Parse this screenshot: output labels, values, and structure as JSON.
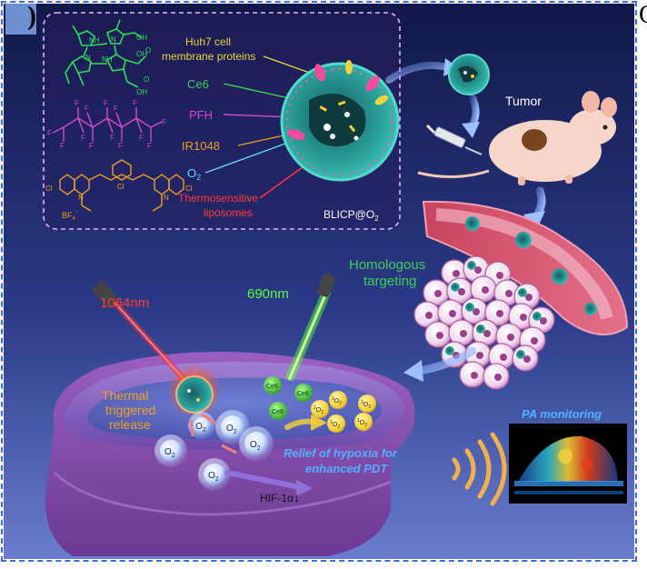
{
  "panel": {
    "badge_text": ")",
    "right_edge_char": "C"
  },
  "legend": {
    "membrane_proteins_line1": "Huh7 cell",
    "membrane_proteins_line2": "membrane proteins",
    "ce6": "Ce6",
    "pfh": "PFH",
    "ir1048": "IR1048",
    "o2": "O",
    "o2_sub": "2",
    "liposomes_line1": "Thermosensitive",
    "liposomes_line2": "liposomes",
    "particle_name": "BLICP@O",
    "particle_sub": "2"
  },
  "structures": {
    "fluorine": "F",
    "chlorine": "Cl",
    "nitrogen": "N",
    "nh": "NH",
    "oh": "OH",
    "carbonyl_o": "O",
    "bf4": "BF",
    "bf4_sub": "4",
    "bf4_charge": "⁻"
  },
  "workflow": {
    "tumor": "Tumor",
    "homologous_line1": "Homologous",
    "homologous_line2": "targeting"
  },
  "lasers": {
    "nir": "1064nm",
    "visible": "690nm"
  },
  "cell": {
    "thermal_line1": "Thermal",
    "thermal_line2": "triggered",
    "thermal_line3": "release",
    "ce6_label": "Ce6",
    "o2_label": "O",
    "o2_sub": "2",
    "singlet_prefix": "1",
    "singlet_o": "O",
    "singlet_sub": "2",
    "relief_line1": "Relief of hypoxia for",
    "relief_line2": "enhanced PDT",
    "hif": "HIF-1α",
    "hif_arrow": "↓",
    "pa_monitoring": "PA monitoring"
  },
  "colors": {
    "background_top": "#141a4e",
    "background_bottom": "#5a6ec0",
    "cell_purple": "#8f5ab5",
    "nir_laser": "#ff3030",
    "green_laser": "#5cff3a",
    "label_yellow": "#f0d23a",
    "label_green": "#3fcf5a",
    "label_magenta": "#d24bd0",
    "label_orange": "#f0a020",
    "label_cyan": "#5fd7ff",
    "label_red": "#ff3b3b",
    "relief_blue": "#4fb2ff"
  }
}
